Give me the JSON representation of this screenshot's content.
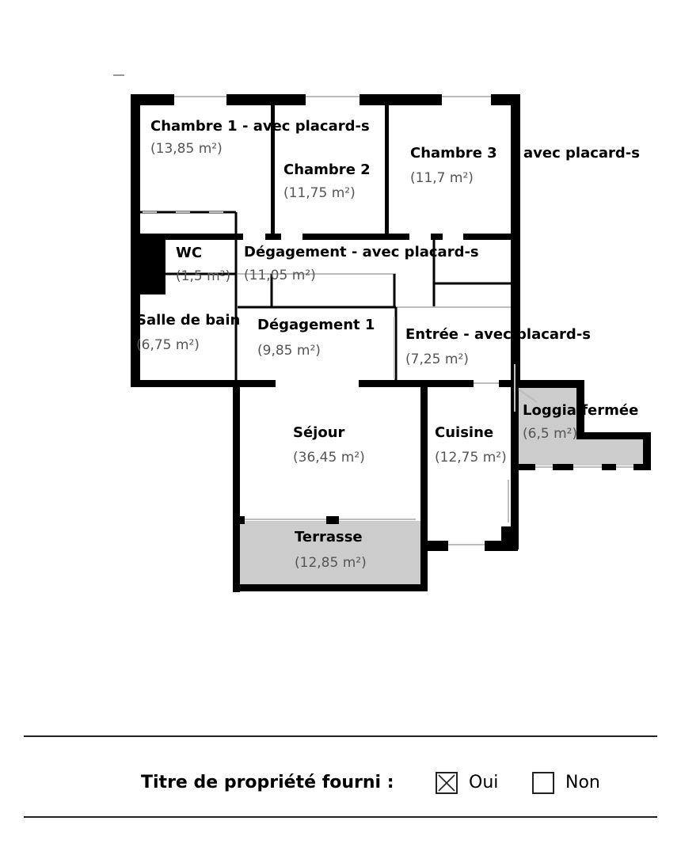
{
  "rooms": [
    {
      "name": "Chambre 1 - avec placard-s",
      "area": "(13,85 m²)"
    },
    {
      "name": "Chambre 2",
      "area": "(11,75 m²)"
    },
    {
      "name": "Chambre 3",
      "area": "(11,7 m²)"
    },
    {
      "name": "avec placard-s"
    },
    {
      "name": "WC",
      "area": "(1,5 m²)"
    },
    {
      "name": "Dégagement - avec placard-s",
      "area": "(11,05 m²)"
    },
    {
      "name": "Salle de bain",
      "area": "(6,75 m²)"
    },
    {
      "name": "Dégagement 1",
      "area": "(9,85 m²)"
    },
    {
      "name": "Entrée - avec placard-s",
      "area": "(7,25 m²)"
    },
    {
      "name": "Loggia fermée",
      "area": "(6,5 m²)"
    },
    {
      "name": "Séjour",
      "area": "(36,45 m²)"
    },
    {
      "name": "Cuisine",
      "area": "(12,75 m²)"
    },
    {
      "name": "Terrasse",
      "area": "(12,85 m²)"
    }
  ],
  "title_deed": {
    "label": "Titre de propriété fourni :",
    "options": [
      {
        "label": "Oui",
        "checked": true
      },
      {
        "label": "Non",
        "checked": false
      }
    ]
  },
  "colors": {
    "wall": "#000000",
    "shaded_area": "#cccccc",
    "area_text": "#555555"
  }
}
